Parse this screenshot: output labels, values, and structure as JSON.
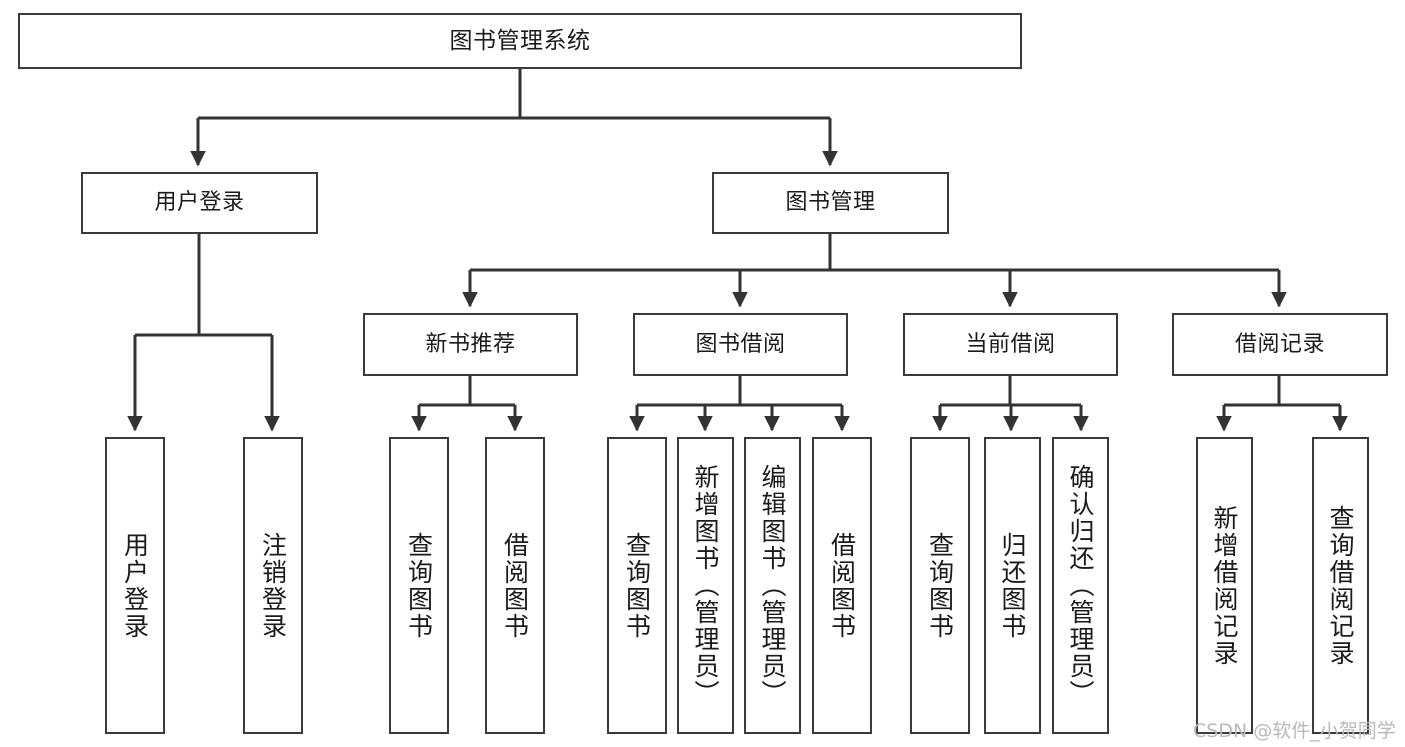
{
  "diagram": {
    "title": "图书管理系统",
    "type": "tree",
    "colors": {
      "node_border": "#3a3a3a",
      "node_fill": "#ffffff",
      "edge": "#333333",
      "text": "#1b1b1b",
      "watermark": "#b9b9b9",
      "background": "#ffffff"
    },
    "nodes": {
      "root": {
        "label": "图书管理系统"
      },
      "level2": [
        {
          "id": "user-login",
          "label": "用户登录"
        },
        {
          "id": "book-manage",
          "label": "图书管理"
        }
      ],
      "level3": [
        {
          "id": "new-book-rec",
          "label": "新书推荐"
        },
        {
          "id": "book-borrow",
          "label": "图书借阅"
        },
        {
          "id": "current-borrow",
          "label": "当前借阅"
        },
        {
          "id": "borrow-record",
          "label": "借阅记录"
        }
      ],
      "leaves": {
        "user-login": [
          {
            "id": "leaf-user-login",
            "label": "用户登录"
          },
          {
            "id": "leaf-logout-login",
            "label": "注销登录"
          }
        ],
        "new-book-rec": [
          {
            "id": "leaf-query-book-1",
            "label": "查询图书"
          },
          {
            "id": "leaf-borrow-book-1",
            "label": "借阅图书"
          }
        ],
        "book-borrow": [
          {
            "id": "leaf-query-book-2",
            "label": "查询图书"
          },
          {
            "id": "leaf-add-book",
            "label": "新增图书（管理员）"
          },
          {
            "id": "leaf-edit-book",
            "label": "编辑图书（管理员）"
          },
          {
            "id": "leaf-borrow-book-2",
            "label": "借阅图书"
          }
        ],
        "current-borrow": [
          {
            "id": "leaf-query-book-3",
            "label": "查询图书"
          },
          {
            "id": "leaf-return-book",
            "label": "归还图书"
          },
          {
            "id": "leaf-confirm-return",
            "label": "确认归还（管理员）"
          }
        ],
        "borrow-record": [
          {
            "id": "leaf-add-record",
            "label": "新增借阅记录"
          },
          {
            "id": "leaf-query-record",
            "label": "查询借阅记录"
          }
        ]
      }
    },
    "watermark": "CSDN @软件_小贺同学"
  }
}
